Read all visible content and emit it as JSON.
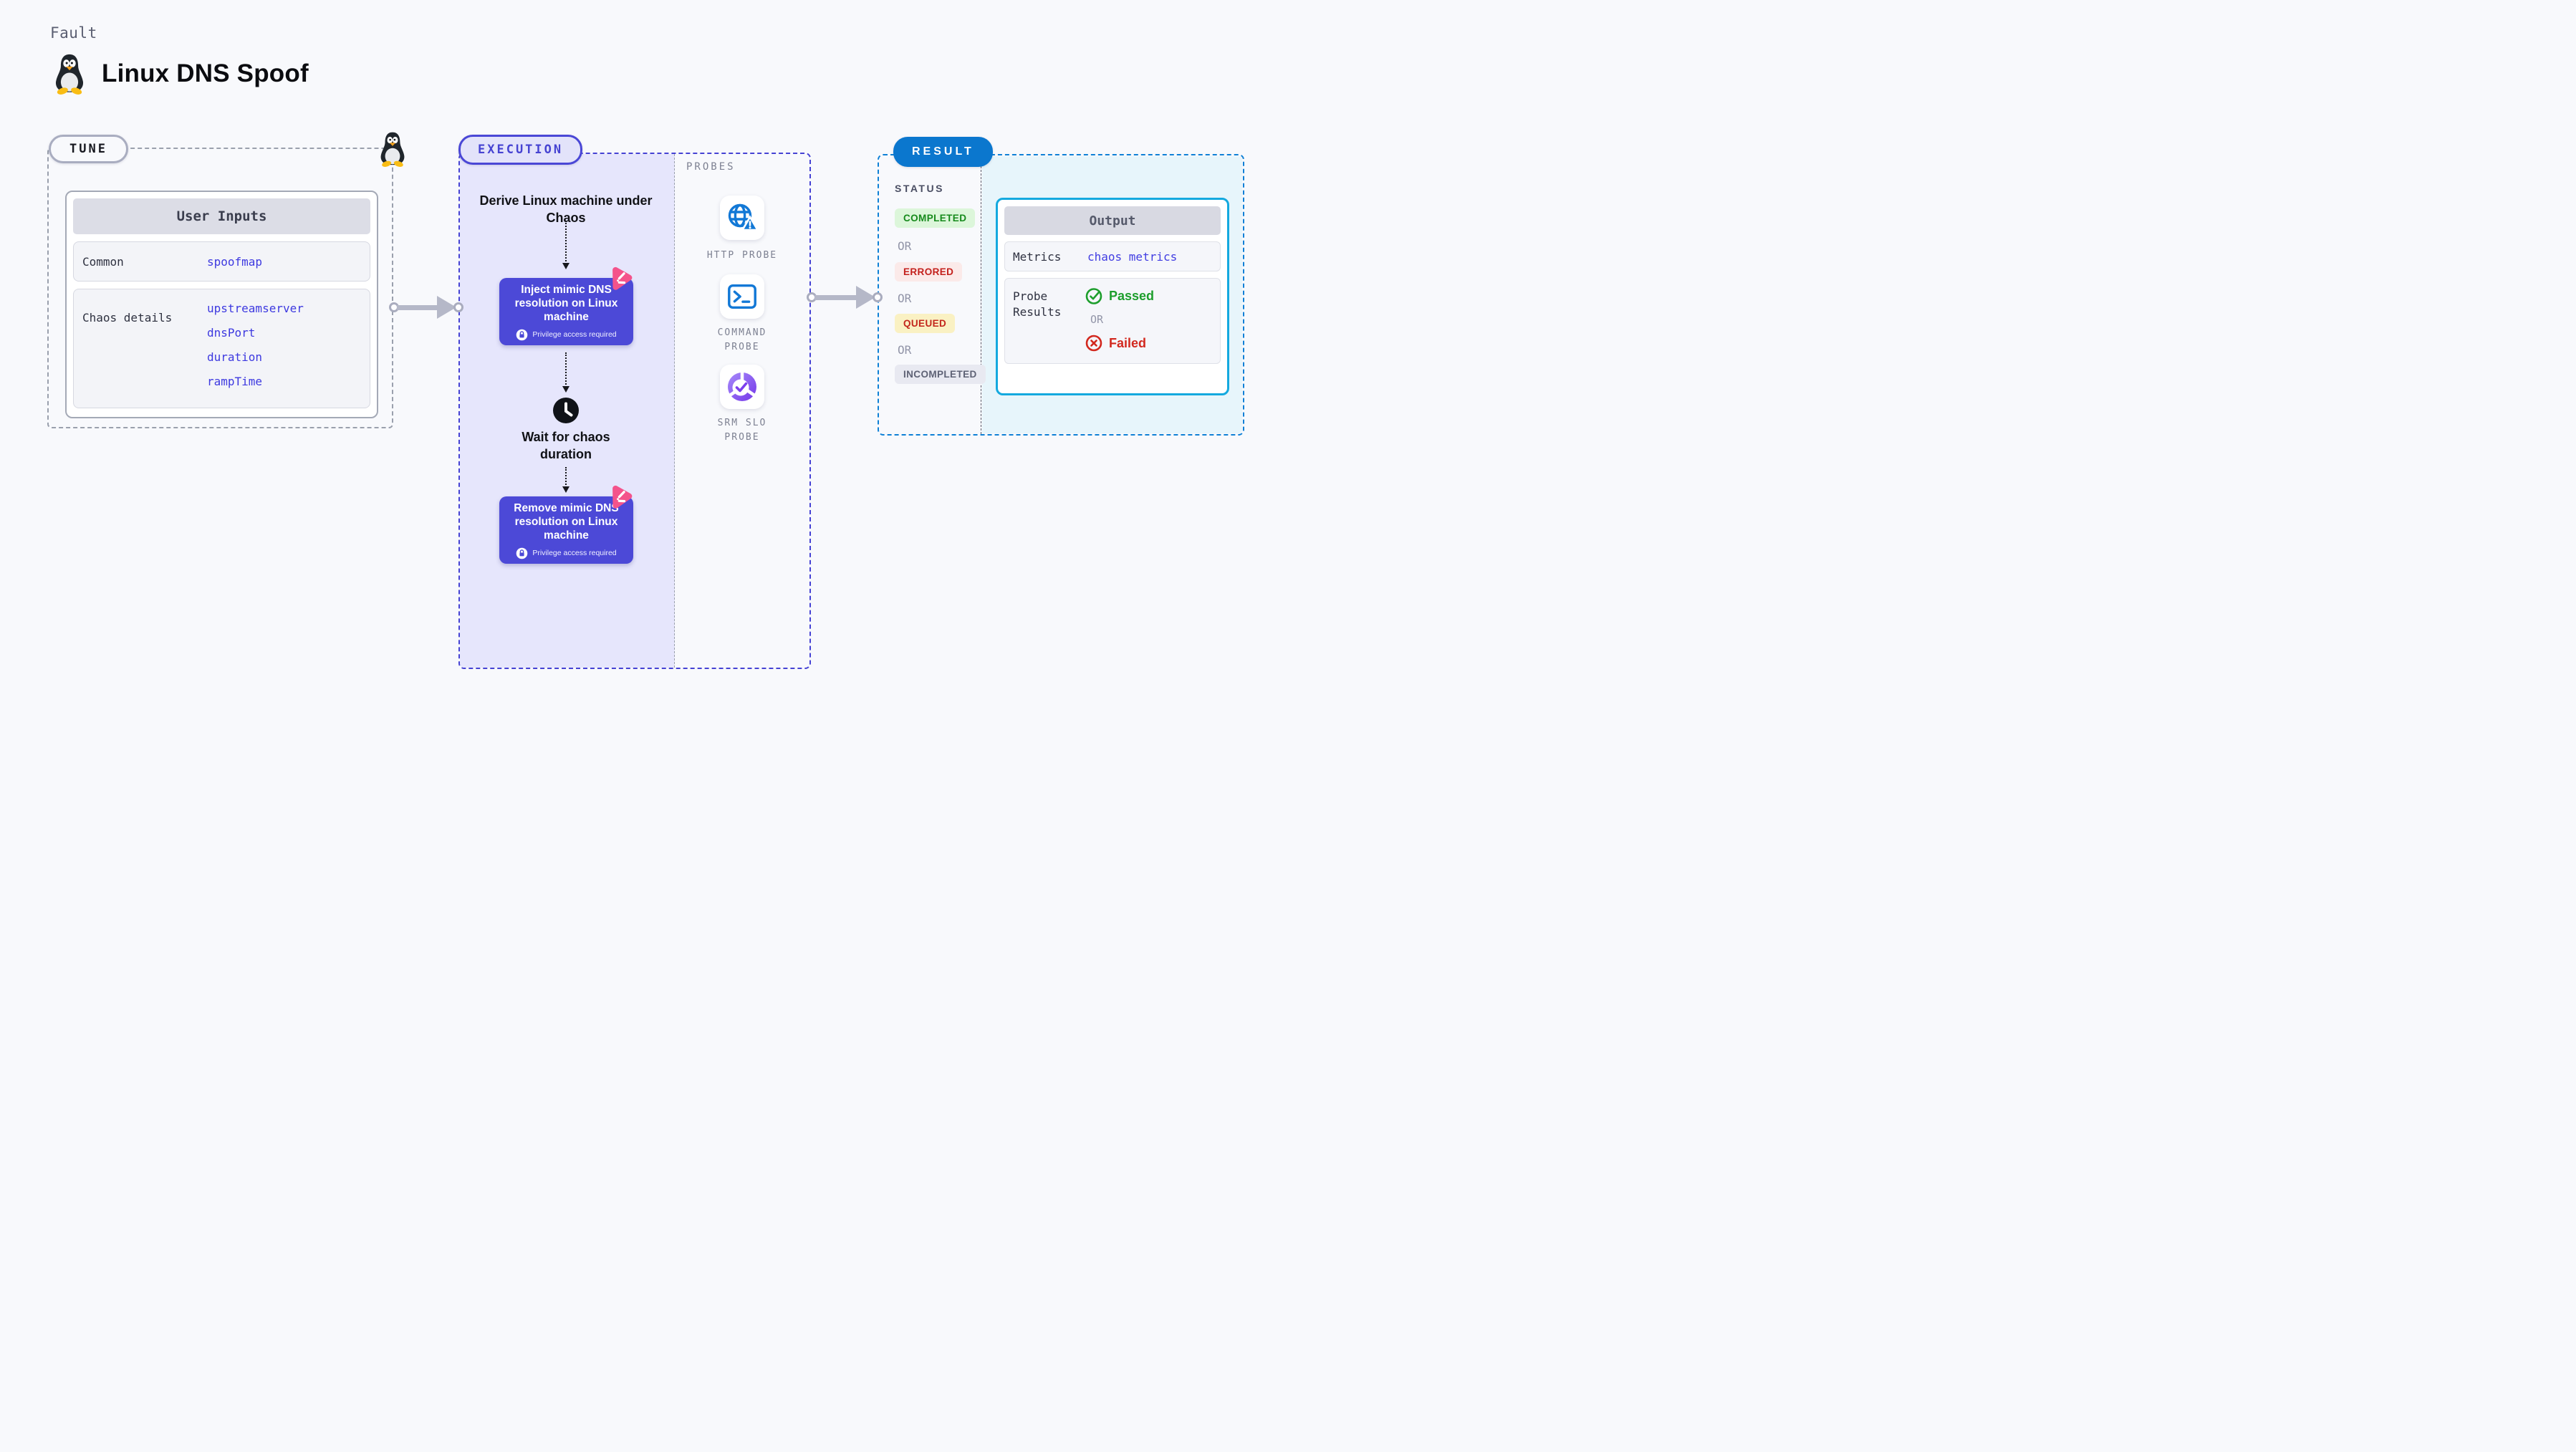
{
  "header": {
    "kicker": "Fault",
    "title": "Linux DNS Spoof"
  },
  "colors": {
    "page_bg": "#f8f9fc",
    "chaos_step_bg": "#4c49d7",
    "execution_accent": "#4542d4",
    "execution_panel_bg": "#e6e6fc",
    "result_accent": "#0e80d6",
    "result_pill_bg": "#0b77ce",
    "result_panel_bg": "#e7f5fb",
    "output_border": "#14a9df",
    "value_text": "#3d39e0",
    "arrow_gray": "#b5b8c8",
    "litmus_pink": "#f4538b",
    "probe_icon_blue": "#1278d6",
    "passed_green": "#1d9e2c",
    "failed_red": "#d2281e"
  },
  "tune": {
    "badge": "TUNE",
    "user_inputs": {
      "title": "User Inputs",
      "rows": [
        {
          "label": "Common",
          "values": [
            "spoofmap"
          ]
        },
        {
          "label": "Chaos details",
          "values": [
            "upstreamserver",
            "dnsPort",
            "duration",
            "rampTime"
          ]
        }
      ]
    }
  },
  "execution": {
    "badge": "EXECUTION",
    "flow": {
      "derive_label": "Derive Linux machine under Chaos",
      "inject": {
        "label": "Inject mimic DNS resolution on Linux machine",
        "note": "Privilege access required"
      },
      "wait_label": "Wait for chaos duration",
      "remove": {
        "label": "Remove mimic DNS resolution on Linux machine",
        "note": "Privilege access required"
      }
    },
    "probes": {
      "title": "PROBES",
      "items": [
        {
          "label": "HTTP PROBE",
          "icon": "globe-alert-icon"
        },
        {
          "label": "COMMAND PROBE",
          "icon": "terminal-icon"
        },
        {
          "label": "SRM SLO PROBE",
          "icon": "slo-donut-check-icon"
        }
      ]
    }
  },
  "result": {
    "badge": "RESULT",
    "status": {
      "title": "STATUS",
      "separator": "OR",
      "items": [
        {
          "label": "COMPLETED",
          "fg": "#168a1c",
          "bg": "#dcf6da"
        },
        {
          "label": "ERRORED",
          "fg": "#c3201c",
          "bg": "#fbeae9"
        },
        {
          "label": "QUEUED",
          "fg": "#c3261c",
          "bg": "#faf1c3"
        },
        {
          "label": "INCOMPLETED",
          "fg": "#5e6275",
          "bg": "#e8e9f1"
        }
      ]
    },
    "output": {
      "title": "Output",
      "metrics": {
        "label": "Metrics",
        "value": "chaos metrics"
      },
      "probe_results": {
        "label": "Probe Results",
        "passed": "Passed",
        "separator": "OR",
        "failed": "Failed"
      }
    }
  }
}
